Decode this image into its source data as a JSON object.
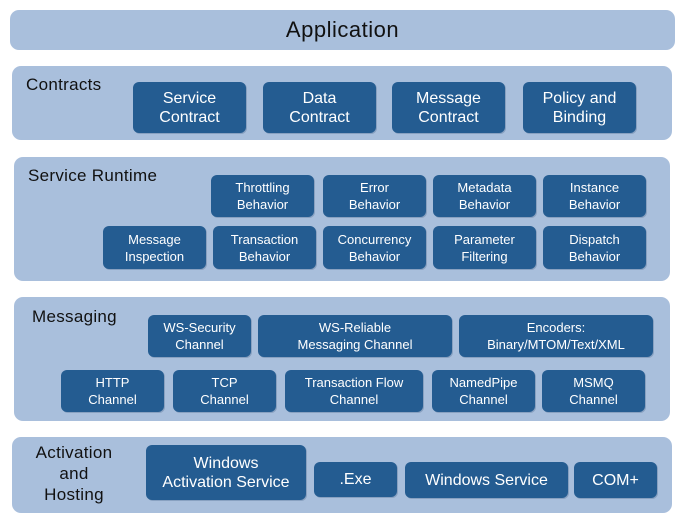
{
  "application": {
    "title": "Application"
  },
  "contracts": {
    "title": "Contracts",
    "items": [
      "Service\nContract",
      "Data\nContract",
      "Message\nContract",
      "Policy and\nBinding"
    ]
  },
  "service_runtime": {
    "title": "Service Runtime",
    "row1": [
      "Throttling\nBehavior",
      "Error\nBehavior",
      "Metadata\nBehavior",
      "Instance\nBehavior"
    ],
    "row2": [
      "Message\nInspection",
      "Transaction\nBehavior",
      "Concurrency\nBehavior",
      "Parameter\nFiltering",
      "Dispatch\nBehavior"
    ]
  },
  "messaging": {
    "title": "Messaging",
    "row1": [
      "WS-Security\nChannel",
      "WS-Reliable\nMessaging Channel",
      "Encoders:\nBinary/MTOM/Text/XML"
    ],
    "row2": [
      "HTTP\nChannel",
      "TCP\nChannel",
      "Transaction Flow\nChannel",
      "NamedPipe\nChannel",
      "MSMQ\nChannel"
    ]
  },
  "activation_hosting": {
    "title": "Activation\nand\nHosting",
    "items": [
      "Windows\nActivation Service",
      ".Exe",
      "Windows Service",
      "COM+"
    ]
  },
  "colors": {
    "layer_background": "#a9bfdc",
    "box_background": "#245c91",
    "box_text": "#ffffff"
  }
}
